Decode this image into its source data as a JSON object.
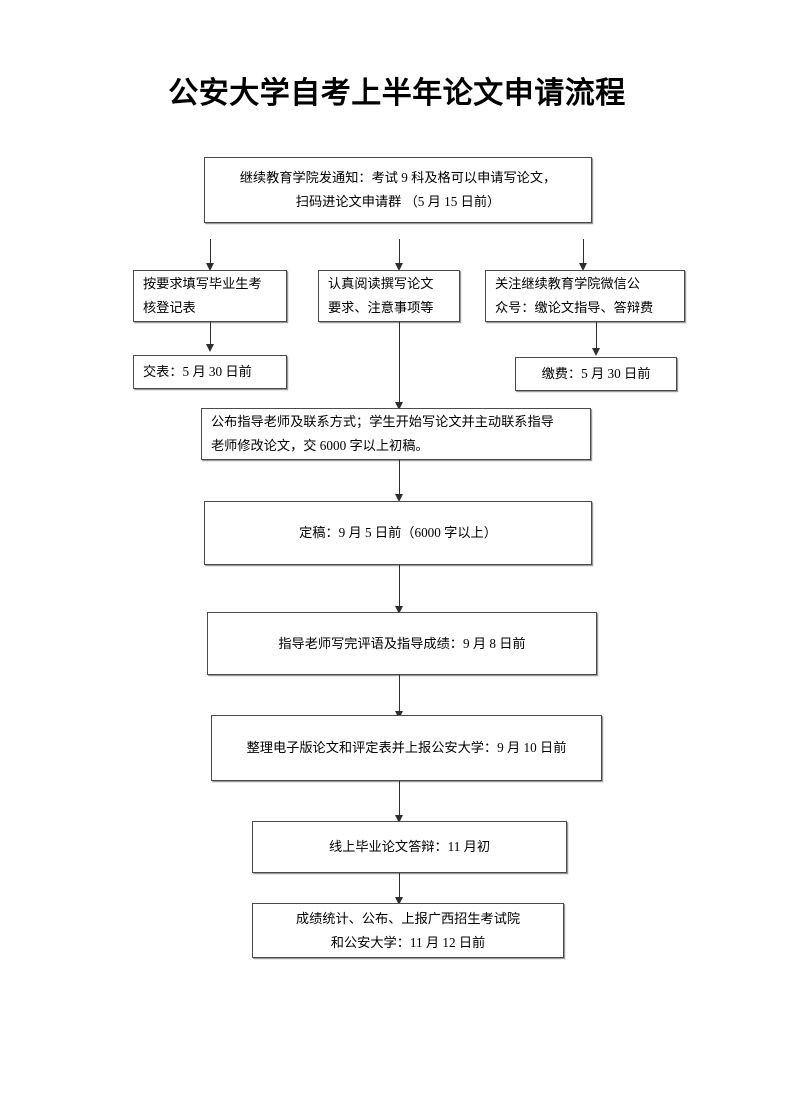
{
  "document": {
    "title": "公安大学自考上半年论文申请流程"
  },
  "flowchart": {
    "type": "flowchart",
    "orientation": "top-to-bottom",
    "nodes": [
      {
        "id": "notice",
        "lines": [
          "继续教育学院发通知：考试 9 科及格可以申请写论文，",
          "扫码进论文申请群 （5 月 15 日前）"
        ]
      },
      {
        "id": "fill-form",
        "lines": [
          "按要求填写毕业生考",
          "核登记表"
        ]
      },
      {
        "id": "read-requirements",
        "lines": [
          "认真阅读撰写论文",
          "要求、注意事项等"
        ]
      },
      {
        "id": "follow-wechat",
        "lines": [
          "关注继续教育学院微信公",
          "众号：缴论文指导、答辩费"
        ]
      },
      {
        "id": "submit-form",
        "lines": [
          "交表：5 月 30 日前"
        ]
      },
      {
        "id": "pay-fee",
        "lines": [
          "缴费：5 月 30 日前"
        ]
      },
      {
        "id": "announce-advisor",
        "lines": [
          "公布指导老师及联系方式；学生开始写论文并主动联系指导",
          "老师修改论文，交 6000 字以上初稿。"
        ]
      },
      {
        "id": "final-draft",
        "lines": [
          "定稿：9 月 5 日前（6000 字以上）"
        ]
      },
      {
        "id": "advisor-comments",
        "lines": [
          "指导老师写完评语及指导成绩：9 月 8 日前"
        ]
      },
      {
        "id": "compile-upload",
        "lines": [
          "整理电子版论文和评定表并上报公安大学：9 月 10 日前"
        ]
      },
      {
        "id": "online-defense",
        "lines": [
          "线上毕业论文答辩：11 月初"
        ]
      },
      {
        "id": "results-report",
        "lines": [
          "成绩统计、公布、上报广西招生考试院",
          "和公安大学：11 月 12 日前"
        ]
      }
    ],
    "edges": [
      {
        "from": "notice",
        "to": "fill-form"
      },
      {
        "from": "notice",
        "to": "read-requirements"
      },
      {
        "from": "notice",
        "to": "follow-wechat"
      },
      {
        "from": "fill-form",
        "to": "submit-form"
      },
      {
        "from": "follow-wechat",
        "to": "pay-fee"
      },
      {
        "from": "read-requirements",
        "to": "announce-advisor"
      },
      {
        "from": "announce-advisor",
        "to": "final-draft"
      },
      {
        "from": "final-draft",
        "to": "advisor-comments"
      },
      {
        "from": "advisor-comments",
        "to": "compile-upload"
      },
      {
        "from": "compile-upload",
        "to": "online-defense"
      },
      {
        "from": "online-defense",
        "to": "results-report"
      }
    ]
  },
  "colors": {
    "line": "#2e2e2e",
    "border": "#4a4a4a",
    "shadow": "#9a9a9a",
    "background": "#ffffff",
    "text": "#000000"
  }
}
